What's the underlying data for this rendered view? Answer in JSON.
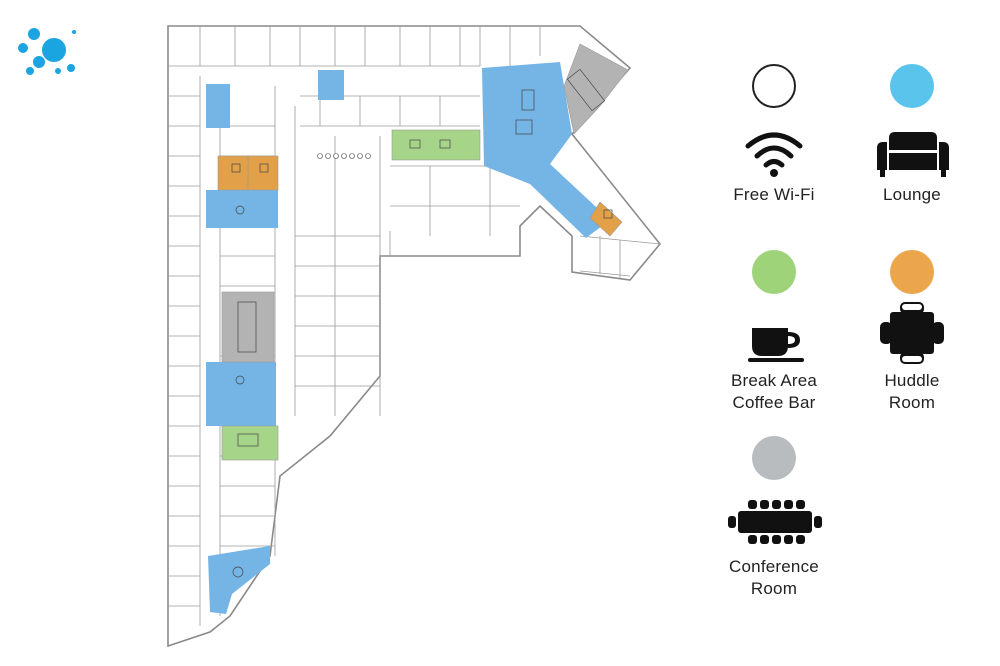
{
  "legend": {
    "wifi": {
      "label": "Free Wi-Fi",
      "icon": "wifi-icon",
      "swatch": "#ffffff",
      "swatch_border": "#222222"
    },
    "lounge": {
      "label": "Lounge",
      "icon": "couch-icon",
      "swatch": "#5bc4ec"
    },
    "break": {
      "label_line1": "Break Area",
      "label_line2": "Coffee Bar",
      "icon": "coffee-cup-icon",
      "swatch": "#9fd37a"
    },
    "huddle": {
      "label_line1": "Huddle",
      "label_line2": "Room",
      "icon": "huddle-table-icon",
      "swatch": "#eba54c"
    },
    "conference": {
      "label_line1": "Conference",
      "label_line2": "Room",
      "icon": "conference-table-icon",
      "swatch": "#b9bcbf"
    }
  },
  "colors": {
    "lounge_fill": "#75b5e6",
    "break_fill": "#a6d58a",
    "huddle_fill": "#e2a149",
    "conference_fill": "#b3b3b3",
    "wall": "#8a8a8a",
    "logo": "#1aa4e0"
  }
}
